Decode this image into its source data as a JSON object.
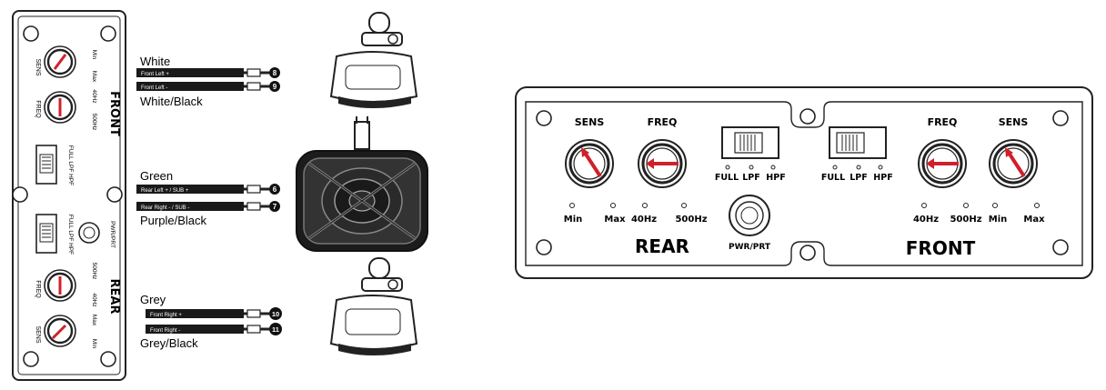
{
  "left_panel": {
    "front_label": "FRONT",
    "rear_label": "REAR",
    "front_sens_label": "SENS",
    "front_freq_label": "FREQ",
    "front_sens_min": "Min",
    "front_sens_max": "Max",
    "front_freq_min": "40Hz",
    "front_freq_max": "500Hz",
    "rear_sens_label": "SENS",
    "rear_freq_label": "FREQ",
    "rear_sens_min": "Min",
    "rear_sens_max": "Max",
    "rear_freq_min": "40Hz",
    "rear_freq_max": "500Hz",
    "front_switch_labels": "FULL LPF HPF",
    "rear_switch_labels": "FULL LPF HPF",
    "pwr_label": "PWR/PRT"
  },
  "wires": [
    {
      "color_name": "White",
      "tag": "Front Left +",
      "num": "8"
    },
    {
      "color_name": "White/Black",
      "tag": "Front Left -",
      "num": "9"
    },
    {
      "color_name": "Green",
      "tag": "Rear Left + / SUB +",
      "num": "6"
    },
    {
      "color_name": "Purple/Black",
      "tag": "Rear Right - / SUB -",
      "num": "7"
    },
    {
      "color_name": "Grey",
      "tag": "Front Right +",
      "num": "10"
    },
    {
      "color_name": "Grey/Black",
      "tag": "Front Right -",
      "num": "11"
    }
  ],
  "right_panel": {
    "rear_label": "REAR",
    "front_label": "FRONT",
    "pwr_label": "PWR/PRT",
    "rear_sens": {
      "title": "SENS",
      "min": "Min",
      "max": "Max"
    },
    "rear_freq": {
      "title": "FREQ",
      "min": "40Hz",
      "max": "500Hz"
    },
    "front_freq": {
      "title": "FREQ",
      "min": "40Hz",
      "max": "500Hz"
    },
    "front_sens": {
      "title": "SENS",
      "min": "Min",
      "max": "Max"
    },
    "rear_switch": {
      "full": "FULL",
      "lpf": "LPF",
      "hpf": "HPF"
    },
    "front_switch": {
      "full": "FULL",
      "lpf": "LPF",
      "hpf": "HPF"
    }
  },
  "colors": {
    "ink": "#222222",
    "knob_pointer": "#d0202a",
    "tag_fill": "#1a1a1a",
    "tag_text": "#ffffff"
  }
}
